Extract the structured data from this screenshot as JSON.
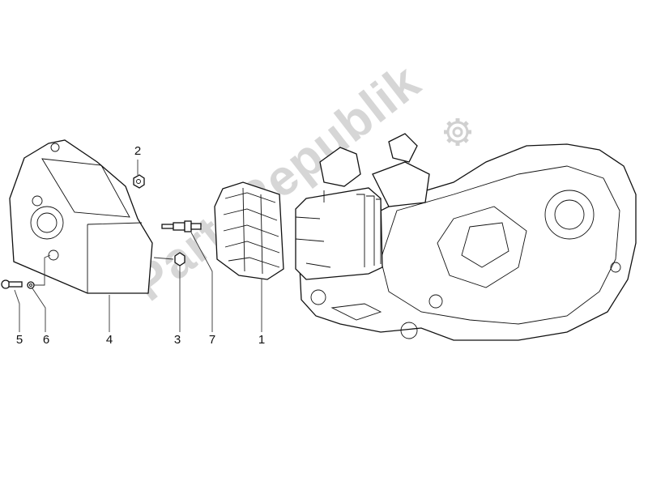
{
  "diagram": {
    "callouts": [
      {
        "id": "1",
        "label": "1"
      },
      {
        "id": "2",
        "label": "2"
      },
      {
        "id": "3",
        "label": "3"
      },
      {
        "id": "4",
        "label": "4"
      },
      {
        "id": "5",
        "label": "5"
      },
      {
        "id": "6",
        "label": "6"
      },
      {
        "id": "7",
        "label": "7"
      }
    ],
    "watermark": {
      "text": "PartsRepublik",
      "icon": "gear-icon",
      "color": "#d6d6d6"
    }
  }
}
